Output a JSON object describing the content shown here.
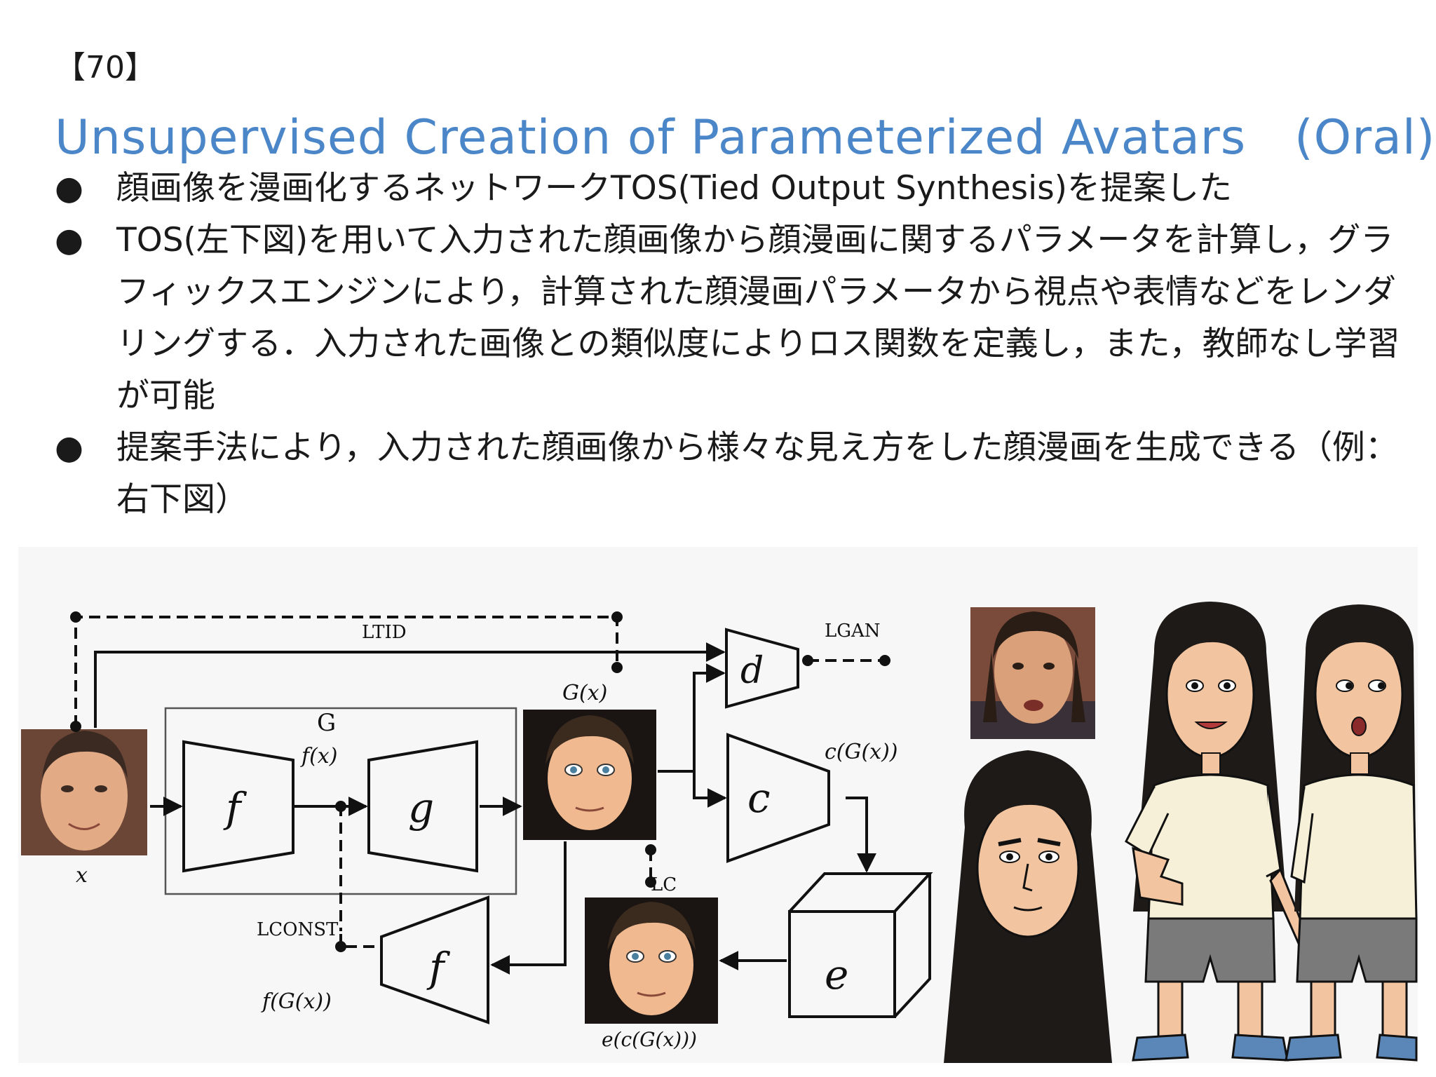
{
  "slide": {
    "number": "【70】",
    "title": "Unsupervised Creation of Parameterized Avatars　(Oral)"
  },
  "bullets": [
    {
      "marker": "●",
      "text": "顔画像を漫画化するネットワークTOS(Tied Output Synthesis)を提案した"
    },
    {
      "marker": "●",
      "text": "TOS(左下図)を用いて入力された顔画像から顔漫画に関するパラメータを計算し，グラフィックスエンジンにより，計算された顔漫画パラメータから視点や表情などをレンダリングする．入力された画像との類似度によりロス関数を定義し，また，教師なし学習が可能"
    },
    {
      "marker": "●",
      "text": "提案手法により，入力された顔画像から様々な見え方をした顔漫画を生成できる（例：右下図）"
    }
  ],
  "diagram": {
    "labels": {
      "x": "x",
      "f": "f",
      "g": "g",
      "G": "G",
      "fx": "f(x)",
      "Gx": "G(x)",
      "d": "d",
      "c": "c",
      "cGx": "c(G(x))",
      "e": "e",
      "ecGx": "e(c(G(x)))",
      "fGx": "f(G(x))",
      "f2": "f",
      "l_tid": "LTID",
      "l_gan": "LGAN",
      "l_c": "LC",
      "l_const": "LCONST"
    }
  },
  "colors": {
    "title": "#4a86c8",
    "text": "#1a1a1a",
    "skin": "#e9b48c",
    "skin_cartoon": "#f3c4a0",
    "hair": "#1e1a17",
    "shirt": "#f6f0d8",
    "shorts": "#7a7a7a",
    "shoe": "#5b86b8",
    "shoe_sole": "#eeeeee",
    "photo_bg": "#7a4a3a"
  }
}
